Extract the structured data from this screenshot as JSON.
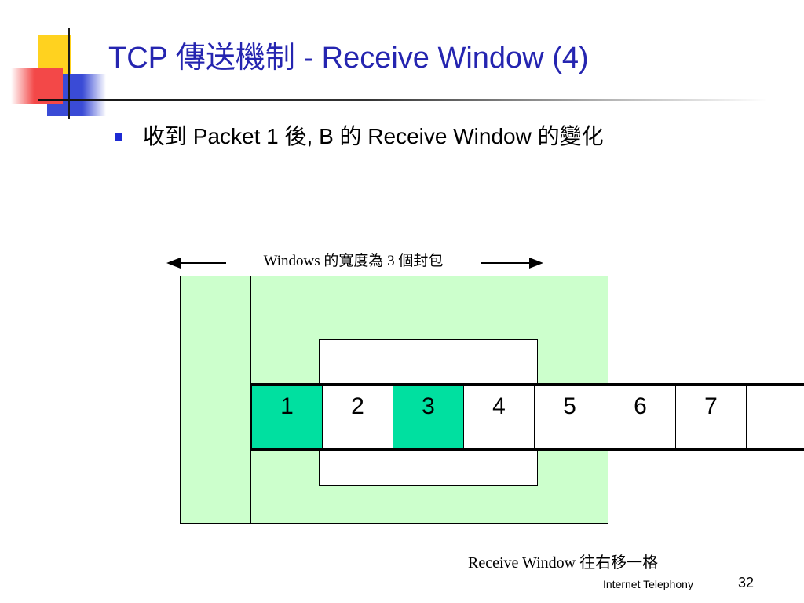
{
  "slide": {
    "title": "TCP 傳送機制 - Receive Window (4)",
    "bullet": "收到 Packet 1 後, B 的 Receive Window 的變化"
  },
  "diagram": {
    "window_label": "Windows 的寬度為 3 個封包",
    "packets": [
      {
        "label": "1",
        "highlighted": true
      },
      {
        "label": "2",
        "highlighted": false
      },
      {
        "label": "3",
        "highlighted": true
      },
      {
        "label": "4",
        "highlighted": false
      },
      {
        "label": "5",
        "highlighted": false
      },
      {
        "label": "6",
        "highlighted": false
      },
      {
        "label": "7",
        "highlighted": false
      },
      {
        "label": "",
        "highlighted": false
      }
    ],
    "caption": "Receive Window 往右移一格",
    "colors": {
      "window_green": "#ccffcc",
      "packet_highlight": "#00e0a0",
      "title_blue": "#2525b0"
    }
  },
  "footer": {
    "text": "Internet Telephony",
    "page_number": "32"
  }
}
